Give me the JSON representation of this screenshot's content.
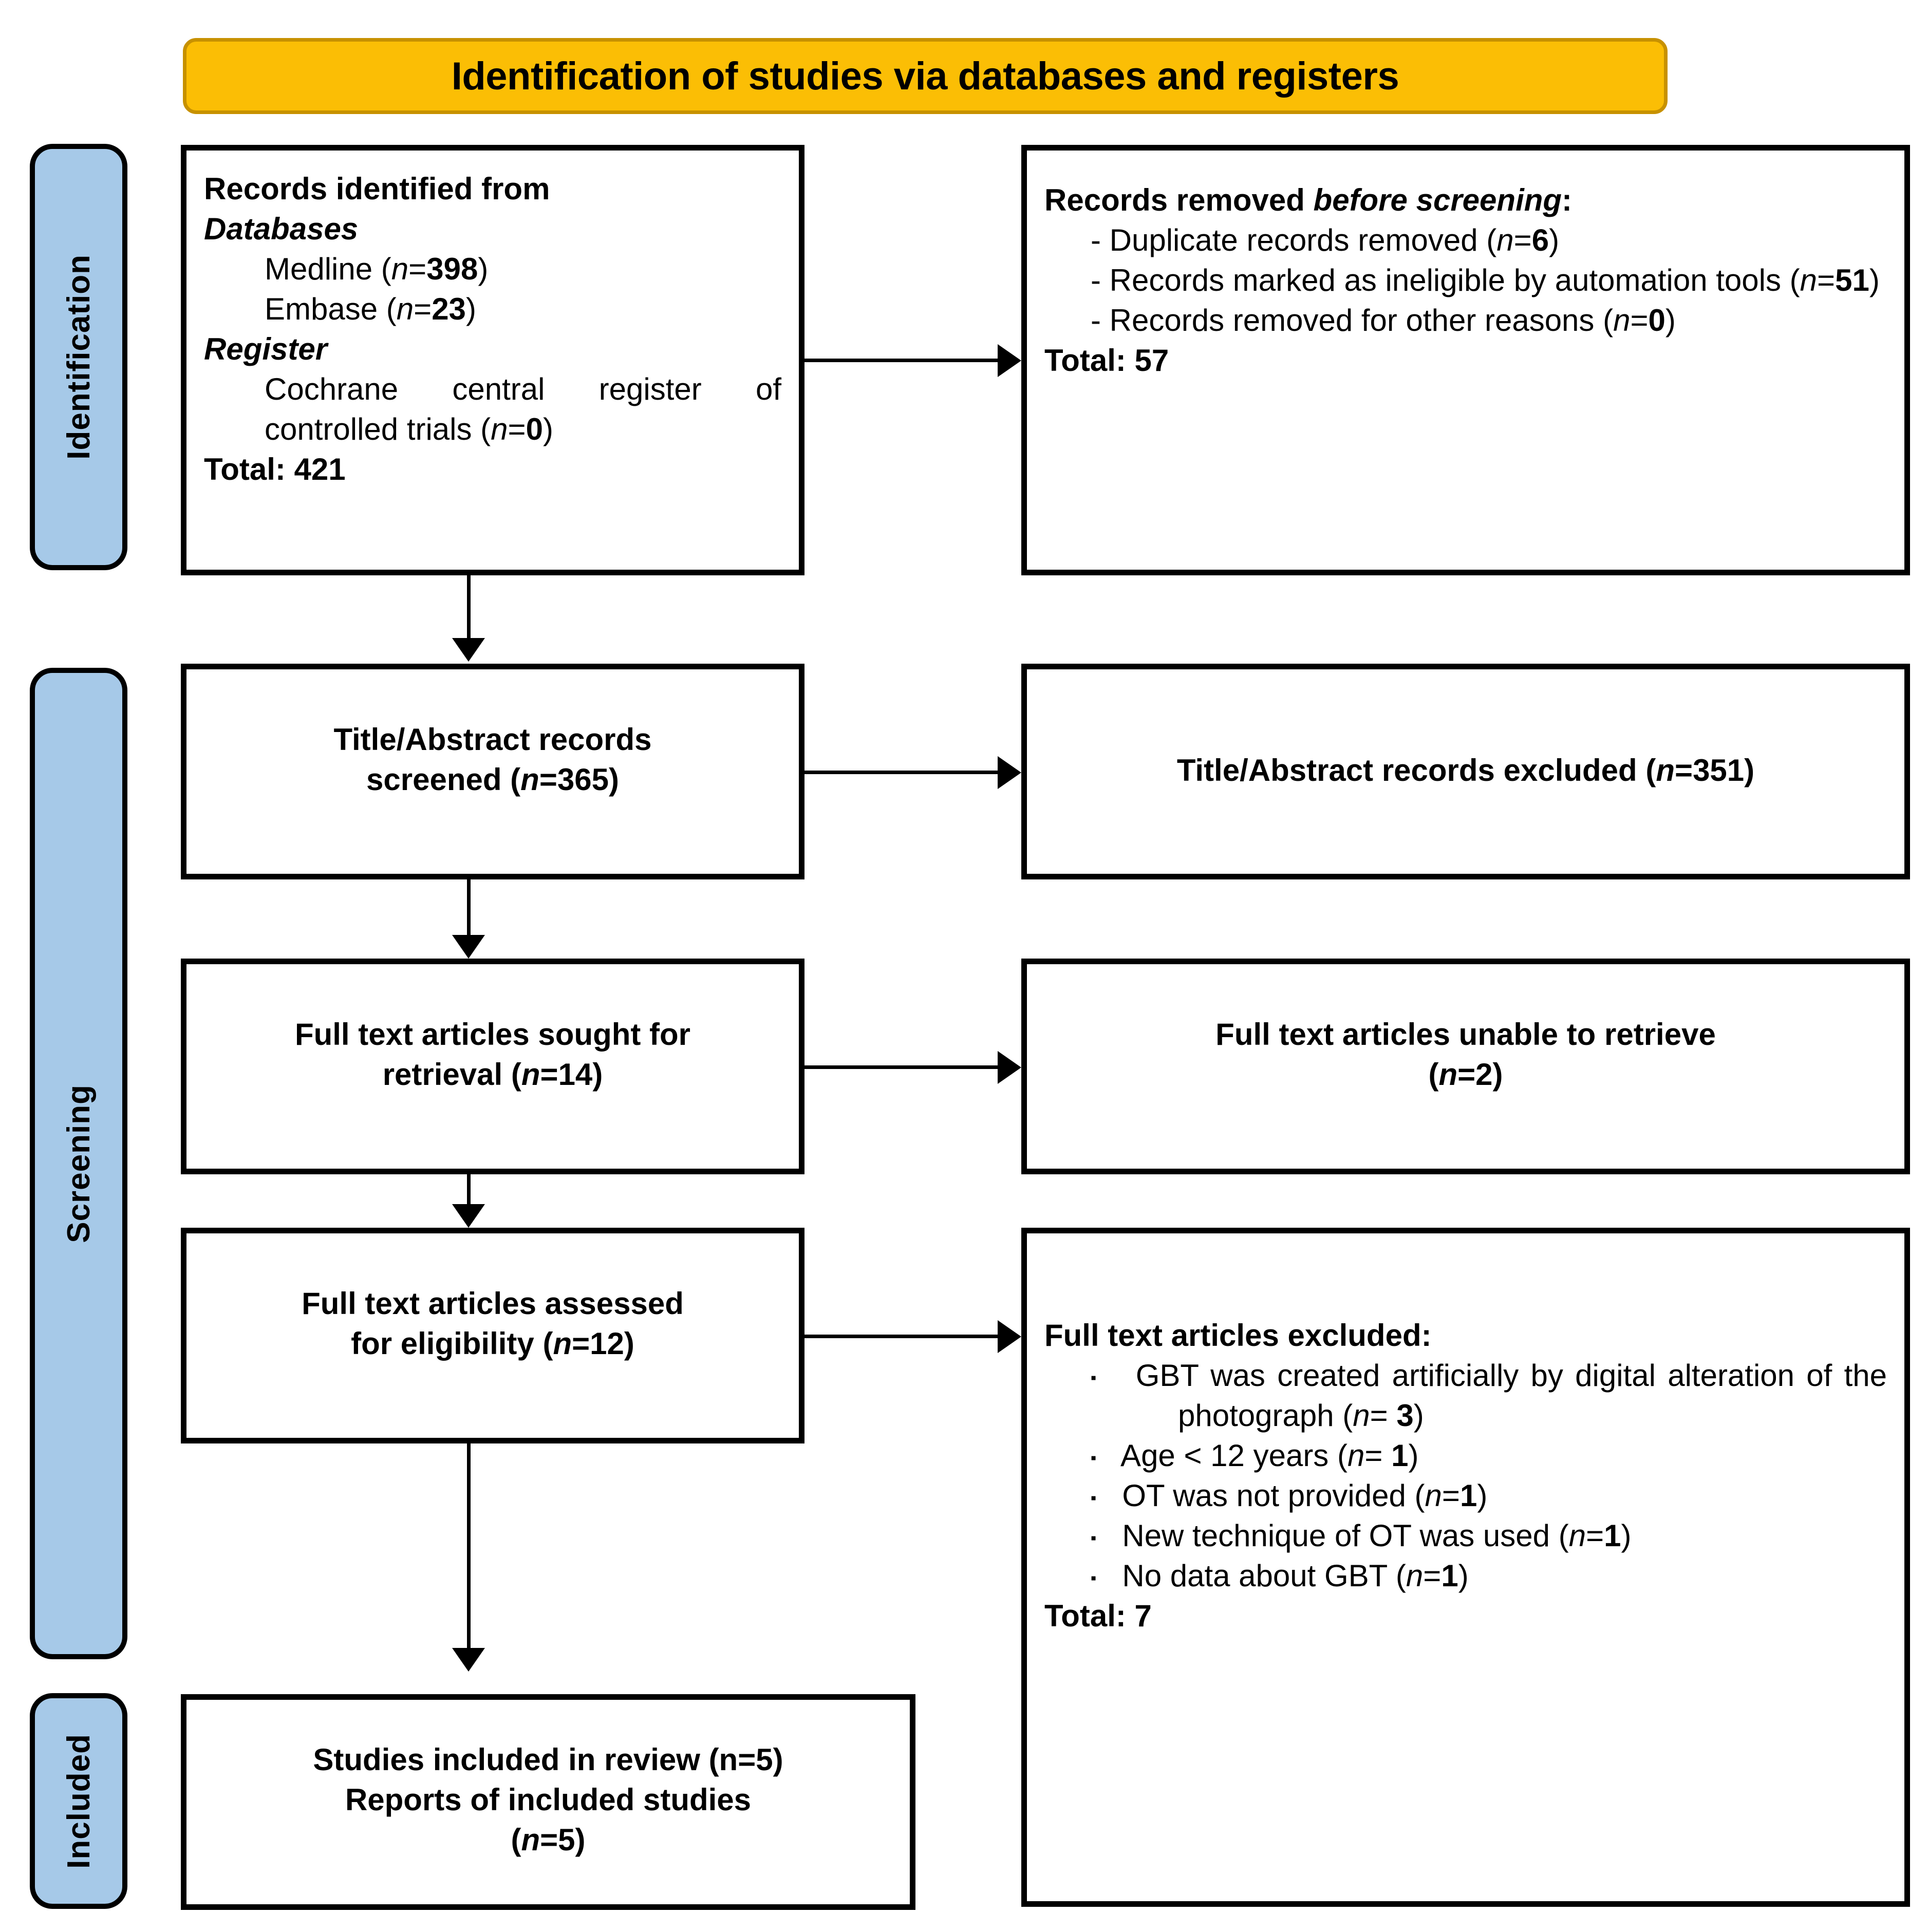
{
  "banner": {
    "title": "Identification of studies via databases and registers"
  },
  "stages": [
    {
      "id": "identification",
      "label": "Identification"
    },
    {
      "id": "screening",
      "label": "Screening"
    },
    {
      "id": "included",
      "label": "Included"
    }
  ],
  "boxes": {
    "identified": {
      "heading": "Records identified from",
      "group1_label": "Databases",
      "group1_items": [
        "Medline (n=398)",
        "Embase (n=23)"
      ],
      "group2_label": "Register",
      "group2_items": [
        "Cochrane central register of controlled trials (n=0)"
      ],
      "total": "Total: 421",
      "source_medline_label": "Medline",
      "source_medline_n": "398",
      "source_embase_label": "Embase",
      "source_embase_n": "23",
      "source_cochrane_label": "Cochrane central register of controlled trials",
      "source_cochrane_n": "0"
    },
    "removed": {
      "heading_plain": "Records removed ",
      "heading_italic": "before screening",
      "heading_colon": ":",
      "items": [
        {
          "bullet": "-",
          "text": "Duplicate records removed (n=6)",
          "label": "Duplicate records removed",
          "n": "6"
        },
        {
          "bullet": "-",
          "text": "Records marked as ineligible by automation tools (n=51)",
          "label": "Records marked as ineligible by automation tools",
          "n": "51"
        },
        {
          "bullet": "-",
          "text": "Records removed for other reasons (n=0)",
          "label": "Records removed for other reasons",
          "n": "0"
        }
      ],
      "total": "Total: 57"
    },
    "screened": {
      "line1": "Title/Abstract records",
      "line2_label": "screened",
      "line2_n": "365"
    },
    "excluded_ta": {
      "label": "Title/Abstract records excluded",
      "n": "351"
    },
    "sought": {
      "line1": "Full text articles sought for",
      "line2_label": "retrieval",
      "line2_n": "14"
    },
    "unable": {
      "line1": "Full text articles unable to retrieve",
      "line2_n": "2"
    },
    "assessed": {
      "line1": "Full text articles assessed",
      "line2_label": "for eligibility",
      "line2_n": "12"
    },
    "fulltext_excluded": {
      "heading": "Full text articles excluded:",
      "items": [
        {
          "text": "GBT was created artificially by digital alteration of the photograph (n= 3)",
          "label": "GBT was created artificially by digital alteration of the photograph",
          "n": "3",
          "n_prefix": "n= "
        },
        {
          "text": "Age < 12 years (n= 1)",
          "label": "Age < 12 years",
          "n": "1",
          "n_prefix": "n= "
        },
        {
          "text": "OT was not provided (n=1)",
          "label": "OT was not provided",
          "n": "1",
          "n_prefix": "n="
        },
        {
          "text": "New technique of OT was used (n=1)",
          "label": "New technique of OT was used",
          "n": "1",
          "n_prefix": "n="
        },
        {
          "text": "No data about GBT (n=1)",
          "label": "No data about GBT",
          "n": "1",
          "n_prefix": "n="
        }
      ],
      "total": "Total: 7"
    },
    "included": {
      "line1_label": "Studies included in review",
      "line1_n": "5",
      "line2": "Reports of included studies",
      "line3_n": "5"
    }
  },
  "symbols": {
    "n_italic": "n",
    "eq": "=",
    "paren_open": "(",
    "paren_close": ")",
    "bullet_dash": "-",
    "bullet_square": "▪"
  },
  "colors": {
    "banner_fill": "#FBBE05",
    "banner_border": "#C79100",
    "stage_fill": "#A6C9E8",
    "box_border": "#000000",
    "text": "#000000",
    "background": "#FFFFFF"
  }
}
